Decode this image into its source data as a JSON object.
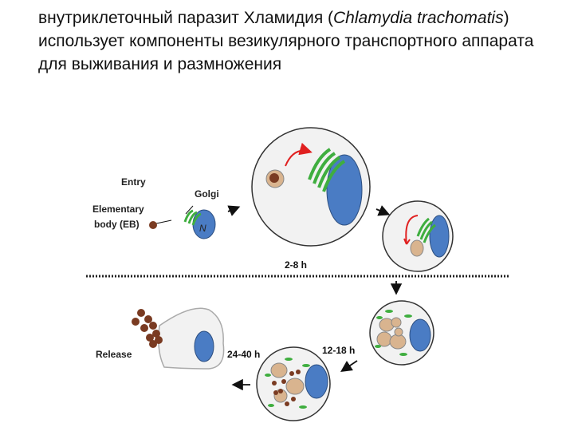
{
  "title": {
    "part1": "внутриклеточный паразит Хламидия (",
    "species": "Chlamydia trachomatis",
    "part2": ")  использует компоненты везикулярного транспортного аппарата для выживания и размножения"
  },
  "labels": {
    "entry": "Entry",
    "golgi": "Golgi",
    "eb_line1": "Elementary",
    "eb_line2": "body (EB)",
    "nucleus": "N",
    "release": "Release"
  },
  "stages": {
    "t1": "2-8 h",
    "t2": "12-18 h",
    "t3": "24-40 h"
  },
  "colors": {
    "nucleus": "#4a7cc4",
    "golgi": "#3fae3f",
    "eb": "#7a3b22",
    "rb": "#d9b48f",
    "arrow_red": "#e02020",
    "cell_fill": "#f2f2f2",
    "cell_stroke": "#333333"
  }
}
